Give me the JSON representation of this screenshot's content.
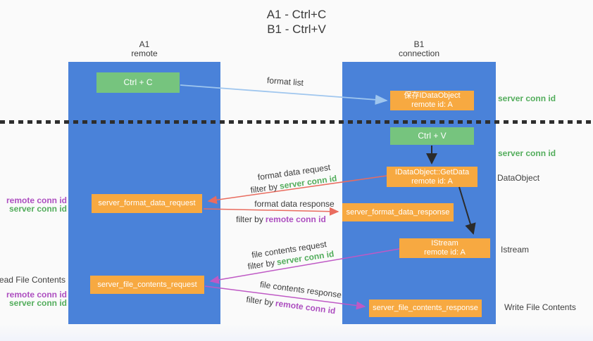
{
  "title": {
    "line1": "A1 - Ctrl+C",
    "line2": "B1 - Ctrl+V"
  },
  "lifelines": {
    "a": {
      "name": "A1",
      "role": "remote"
    },
    "b": {
      "name": "B1",
      "role": "connection"
    }
  },
  "boxes": {
    "ctrl_c": {
      "label": "Ctrl + C"
    },
    "save_dataobject": {
      "line1": "保存IDataObject",
      "line2": "remote id: A"
    },
    "ctrl_v": {
      "label": "Ctrl + V"
    },
    "getdata": {
      "line1": "IDataObject::GetData",
      "line2": "remote id: A"
    },
    "format_request": {
      "label": "server_format_data_request"
    },
    "format_response": {
      "label": "server_format_data_response"
    },
    "istream": {
      "line1": "IStream",
      "line2": "remote id: A"
    },
    "file_request": {
      "label": "server_file_contents_request"
    },
    "file_response": {
      "label": "server_file_contents_response"
    }
  },
  "arrow_labels": {
    "format_list": "format list",
    "format_data_request": "format data request",
    "format_data_response": "format data response",
    "file_contents_request": "file contents request",
    "file_contents_response": "file contents response",
    "filter_prefix": "filter by",
    "server_conn_id": "server conn id",
    "remote_conn_id": "remote conn id"
  },
  "left_annotations": {
    "format_remote_conn": "remote conn id",
    "format_server_conn": "server conn id",
    "read_file_contents": "Read File Contents",
    "file_remote_conn": "remote conn id",
    "file_server_conn": "server conn id"
  },
  "right_annotations": {
    "save_server_conn": "server conn id",
    "paste_server_conn": "server conn id",
    "dataobject": "DataObject",
    "istream": "Istream",
    "write_file_contents": "Write File Contents"
  },
  "colors": {
    "lifeline_blue": "#4a82d9",
    "action_green": "#76c47e",
    "message_orange": "#f7a941",
    "server_conn_green": "#53ad5c",
    "remote_conn_purple": "#ad4fc0",
    "format_list_arrow_blue": "#9fc6ee",
    "data_arrow_red": "#e96c5f",
    "file_arrow_purple": "#bf59c5",
    "black_arrow": "#2b2b2b"
  }
}
